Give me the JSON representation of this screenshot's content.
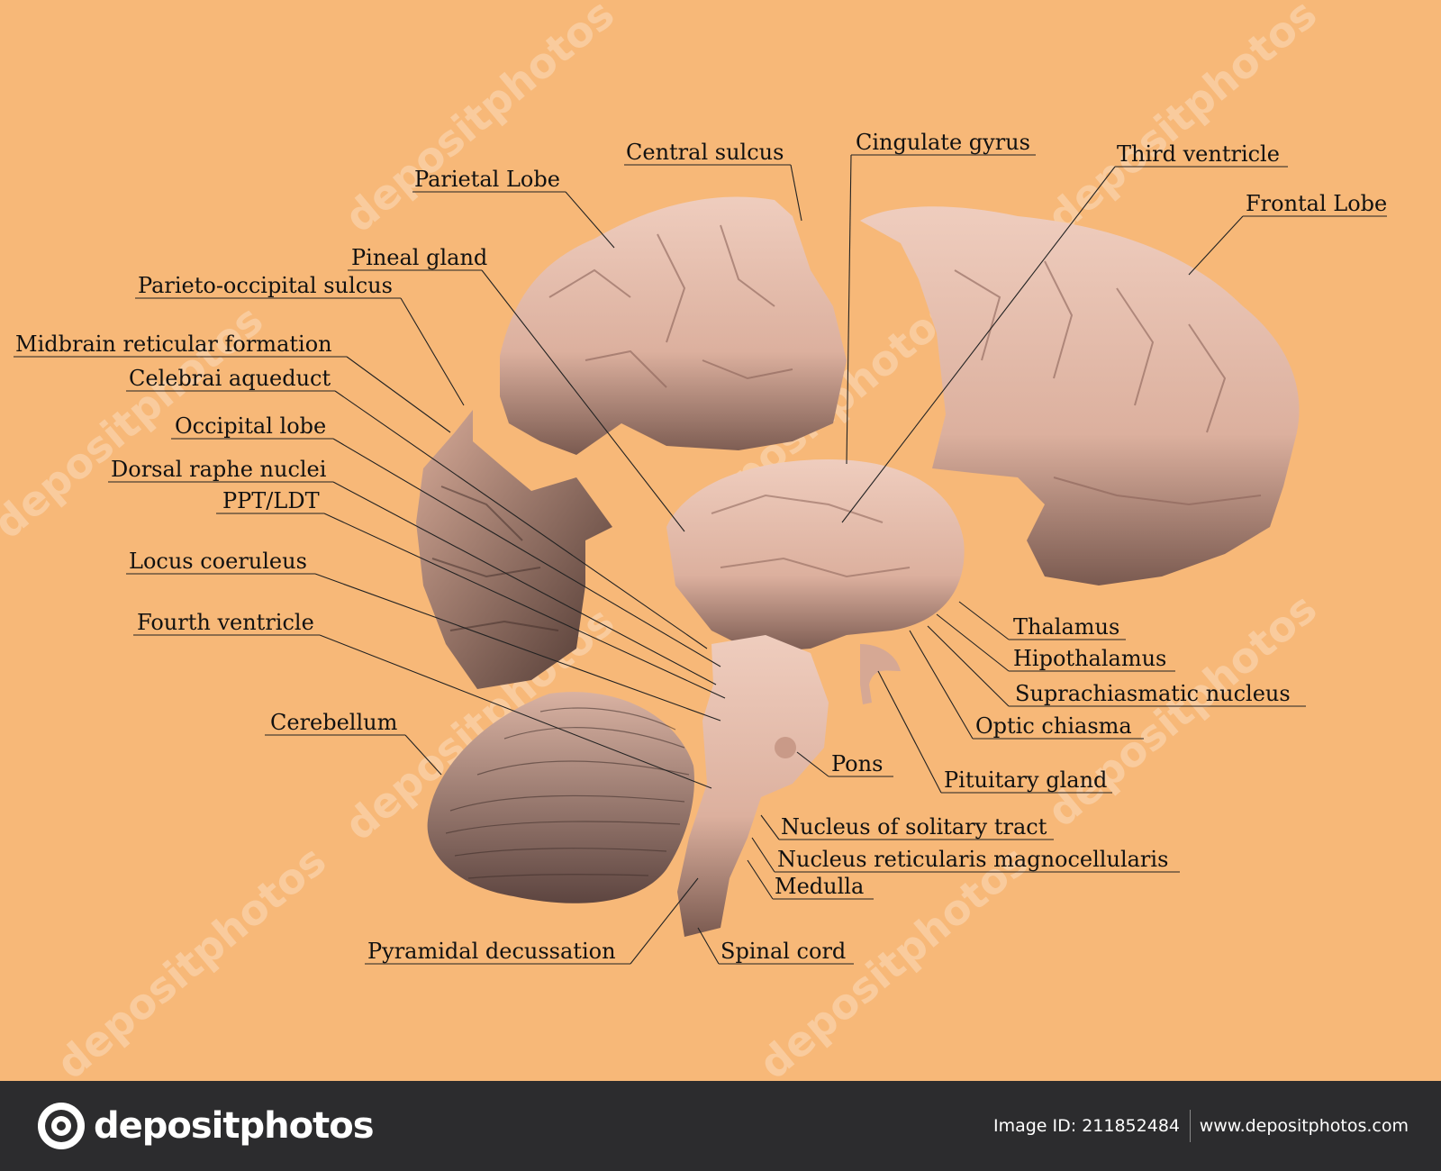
{
  "labels": {
    "central_sulcus": "Central sulcus",
    "cingulate_gyrus": "Cingulate gyrus",
    "third_ventricle": "Third ventricle",
    "parietal_lobe": "Parietal Lobe",
    "frontal_lobe": "Frontal Lobe",
    "pineal_gland": "Pineal gland",
    "parieto_occipital_sulcus": "Parieto-occipital sulcus",
    "midbrain_reticular_formation": "Midbrain reticular formation",
    "celebrai_aqueduct": "Celebrai aqueduct",
    "occipital_lobe": "Occipital lobe",
    "dorsal_raphe_nuclei": "Dorsal raphe nuclei",
    "ppt_ldt": "PPT/LDT",
    "locus_coeruleus": "Locus coeruleus",
    "fourth_ventricle": "Fourth ventricle",
    "cerebellum": "Cerebellum",
    "thalamus": "Thalamus",
    "hipothalamus": "Hipothalamus",
    "suprachiasmatic_nucleus": "Suprachiasmatic nucleus",
    "optic_chiasma": "Optic chiasma",
    "pons": "Pons",
    "pituitary_gland": "Pituitary gland",
    "nucleus_solitary_tract": "Nucleus of solitary tract",
    "nucleus_reticularis": "Nucleus reticularis magnocellularis",
    "medulla": "Medulla",
    "pyramidal_decussation": "Pyramidal decussation",
    "spinal_cord": "Spinal cord"
  },
  "watermark": "depositphotos",
  "footer": {
    "brand": "depositphotos",
    "image_id": "Image ID: 211852484",
    "site": "www.depositphotos.com"
  },
  "colors": {
    "background": "#f7b878",
    "brain_tissue": "#e8bfae",
    "footer": "#2c2c2e"
  }
}
